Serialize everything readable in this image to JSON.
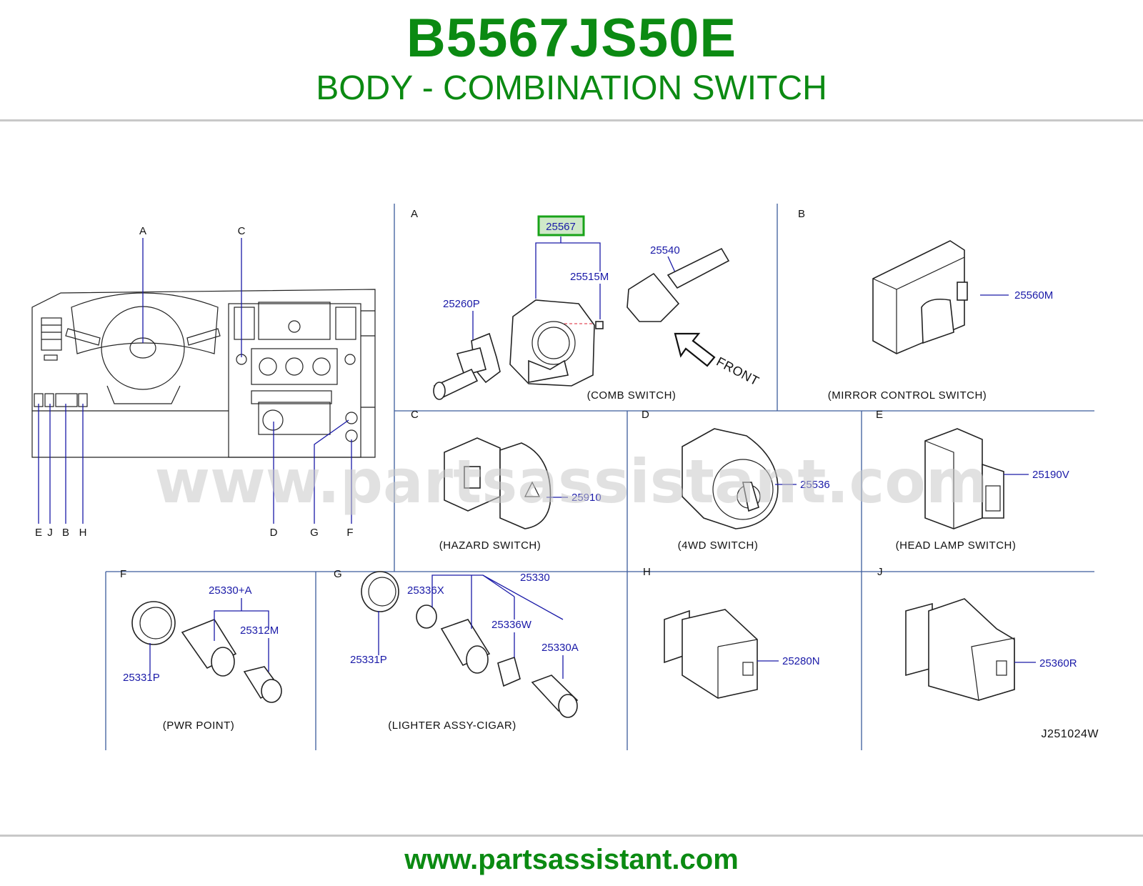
{
  "header": {
    "code": "B5567JS50E",
    "subtitle": "BODY - COMBINATION SWITCH"
  },
  "footer": {
    "url": "www.partsassistant.com"
  },
  "watermark": "www.partsassistant.com",
  "diagram_id": "J251024W",
  "overview": {
    "letters_top": [
      "A",
      "C"
    ],
    "letters_bottom": [
      "E",
      "J",
      "B",
      "H",
      "D",
      "G",
      "F"
    ]
  },
  "sections": {
    "A": {
      "letter": "A",
      "caption": "(COMB   SWITCH)",
      "parts": [
        "25567",
        "25515M",
        "25540",
        "25260P"
      ],
      "front": "FRONT"
    },
    "B": {
      "letter": "B",
      "caption": "(MIRROR   CONTROL   SWITCH)",
      "parts": [
        "25560M"
      ]
    },
    "C": {
      "letter": "C",
      "caption": "(HAZARD   SWITCH)",
      "parts": [
        "25910"
      ]
    },
    "D": {
      "letter": "D",
      "caption": "(4WD   SWITCH)",
      "parts": [
        "25536"
      ]
    },
    "E": {
      "letter": "E",
      "caption": "(HEAD   LAMP   SWITCH)",
      "parts": [
        "25190V"
      ]
    },
    "F": {
      "letter": "F",
      "caption": "(PWR   POINT)",
      "parts": [
        "25330+A",
        "25312M",
        "25331P"
      ]
    },
    "G": {
      "letter": "G",
      "caption": "(LIGHTER   ASSY-CIGAR)",
      "parts": [
        "25330",
        "25336X",
        "25336W",
        "25330A",
        "25331P"
      ]
    },
    "H": {
      "letter": "H",
      "caption": "",
      "parts": [
        "25280N"
      ]
    },
    "J": {
      "letter": "J",
      "caption": "",
      "parts": [
        "25360R"
      ]
    }
  },
  "colors": {
    "brand_green": "#0b8a12",
    "part_blue": "#1a1aa8",
    "highlight_green": "#19a319",
    "grid_line": "#3c5c9c"
  }
}
